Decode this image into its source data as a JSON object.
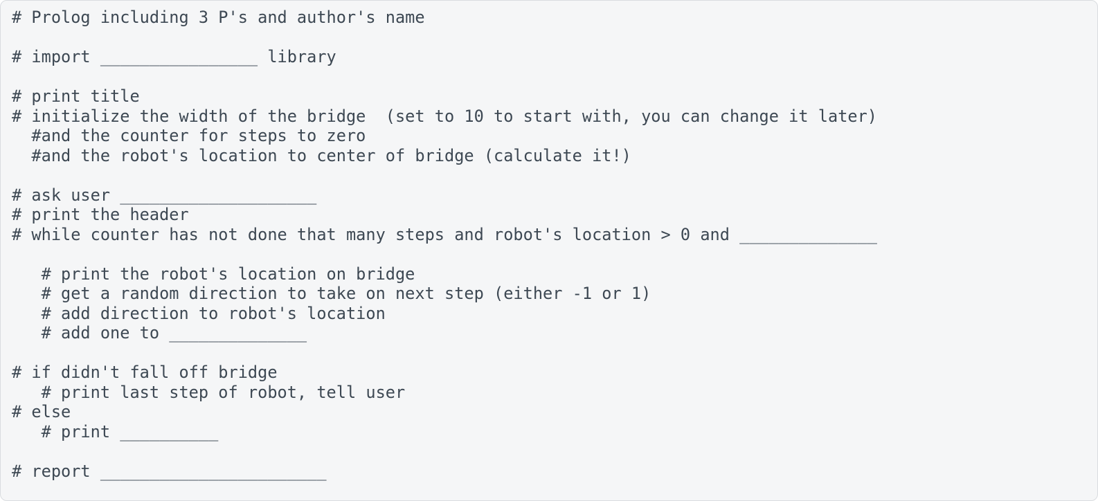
{
  "colors": {
    "page_background": "#ffffff",
    "panel_background": "#f5f6f7",
    "panel_border": "#d9dcdf",
    "text": "#3d4853"
  },
  "code": {
    "lines": [
      "# Prolog including 3 P's and author's name",
      "",
      "# import ________________ library",
      "",
      "# print title",
      "# initialize the width of the bridge  (set to 10 to start with, you can change it later)",
      "  #and the counter for steps to zero",
      "  #and the robot's location to center of bridge (calculate it!)",
      "",
      "# ask user ____________________",
      "# print the header",
      "# while counter has not done that many steps and robot's location > 0 and ______________",
      "",
      "   # print the robot's location on bridge",
      "   # get a random direction to take on next step (either -1 or 1)",
      "   # add direction to robot's location",
      "   # add one to ______________",
      "",
      "# if didn't fall off bridge",
      "   # print last step of robot, tell user",
      "# else",
      "   # print __________",
      "",
      "# report _______________________"
    ]
  }
}
